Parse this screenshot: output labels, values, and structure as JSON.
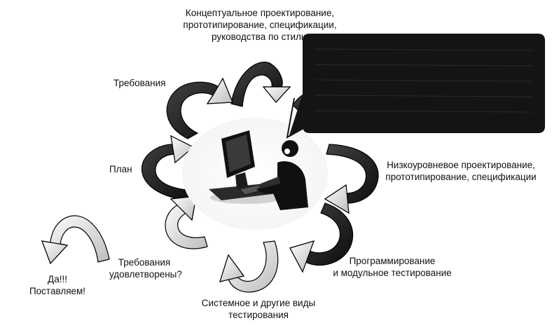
{
  "diagram": {
    "labels": {
      "conceptual_1": "Концептуальное проектирование,",
      "conceptual_2": "прототипирование, спецификации,",
      "conceptual_3": "руководства по стилю",
      "requirements": "Требования",
      "plan": "План",
      "lowlevel_1": "Низкоуровневое проектирование,",
      "lowlevel_2": "прототипирование, спецификации",
      "programming_1": "Программирование",
      "programming_2": "и модульное тестирование",
      "system_1": "Системное и другие виды",
      "system_2": "тестирования",
      "met_1": "Требования",
      "met_2": "удовлетворены?",
      "yes_1": "Да!!!",
      "yes_2": "Поставляем!"
    },
    "colors": {
      "dark_arrow": "#1c1c1c",
      "light_arrow": "#e8e8e8",
      "callout": "#141414",
      "figure": "#101010"
    },
    "icons": {
      "center": "computer-user-icon",
      "callout": "speech-bubble-icon"
    }
  }
}
